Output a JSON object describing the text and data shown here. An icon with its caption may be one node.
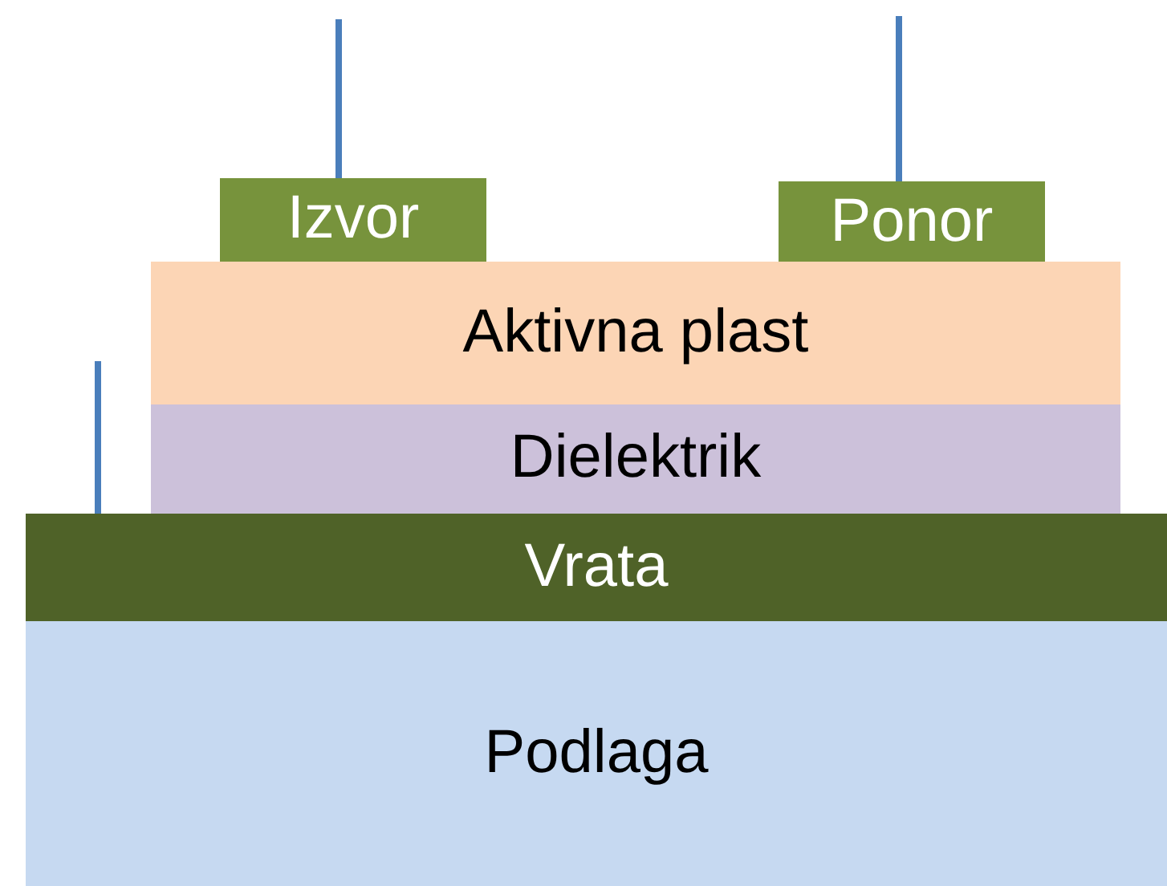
{
  "diagram": {
    "nodes": [
      {
        "text": [
          "Izvor"
        ]
      },
      {
        "text": [
          "Ponor"
        ]
      },
      {
        "text": [
          "Aktivna plast"
        ]
      },
      {
        "text": [
          "Dielektrik"
        ]
      },
      {
        "text": [
          "Vrata"
        ]
      },
      {
        "text": [
          "Podlaga"
        ]
      }
    ],
    "edges": [
      {
        "from": 0,
        "to": null,
        "arrow": "none"
      },
      {
        "from": 1,
        "to": null,
        "arrow": "none"
      },
      {
        "from": 4,
        "to": null,
        "arrow": "none"
      }
    ]
  }
}
